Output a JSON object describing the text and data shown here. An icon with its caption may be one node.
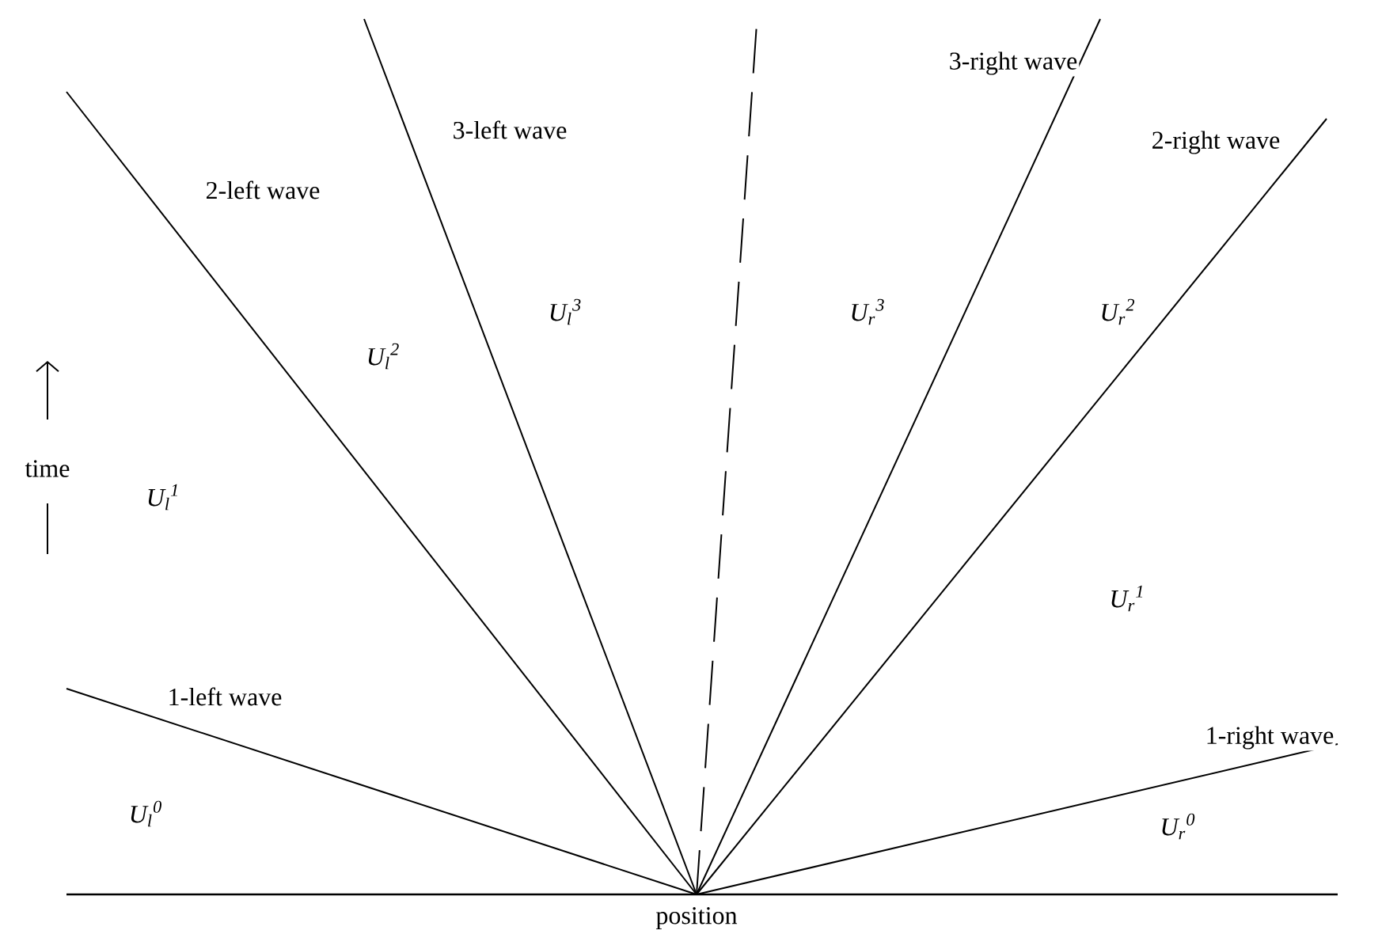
{
  "diagram": {
    "labels": [
      "3-right wave",
      "3-left wave",
      "2-right wave",
      "2-left wave",
      "U$_{l}$$^{3}$",
      "U$_{r}$$^{3}$",
      "U$_{r}$$^{2}$",
      "U$_{l}$$^{2}$",
      "time",
      "U$_{l}$$^{1}$",
      "U$_{r}$$^{1}$",
      "1-left wave",
      "1-right wave",
      "U$_{l}$$^{0}$",
      "U$_{r}$$^{0}$",
      "position"
    ]
  }
}
